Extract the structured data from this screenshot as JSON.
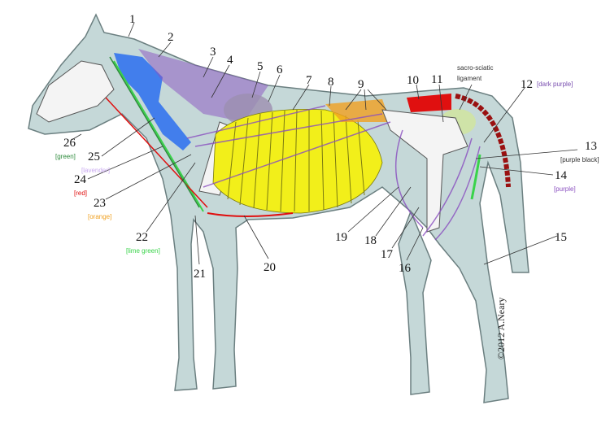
{
  "labels": {
    "n1": "1",
    "n2": "2",
    "n3": "3",
    "n4": "4",
    "n5": "5",
    "n6": "6",
    "n7": "7",
    "n8": "8",
    "n9": "9",
    "n10": "10",
    "n11": "11",
    "n12": "12",
    "n13": "13",
    "n14": "14",
    "n15": "15",
    "n16": "16",
    "n17": "17",
    "n18": "18",
    "n19": "19",
    "n20": "20",
    "n21": "21",
    "n22": "22",
    "n23": "23",
    "n24": "24",
    "n25": "25",
    "n26": "26",
    "sacro1": "sacro-sciatic",
    "sacro2": "ligament",
    "c12": "[dark purple]",
    "c13": "[purple black]",
    "c14": "[purple]",
    "c22": "[lime green]",
    "c23": "[orange]",
    "c24": "[red]",
    "c25": "[lavender]",
    "c26": "[green]"
  },
  "copyright": "©2012 A.Neary",
  "colors": {
    "body": "#c5d8d8",
    "outline": "#6b7f80",
    "bone": "#f4f4f4",
    "ribs": "#f2ef1a",
    "purple": "#8a4fc0",
    "red": "#e01010",
    "darkred": "#9a1010",
    "blue": "#2a6ff0",
    "lime": "#39d34a",
    "orange": "#f0a020",
    "lavender": "#c9a9f0",
    "green": "#2e8b3c"
  }
}
